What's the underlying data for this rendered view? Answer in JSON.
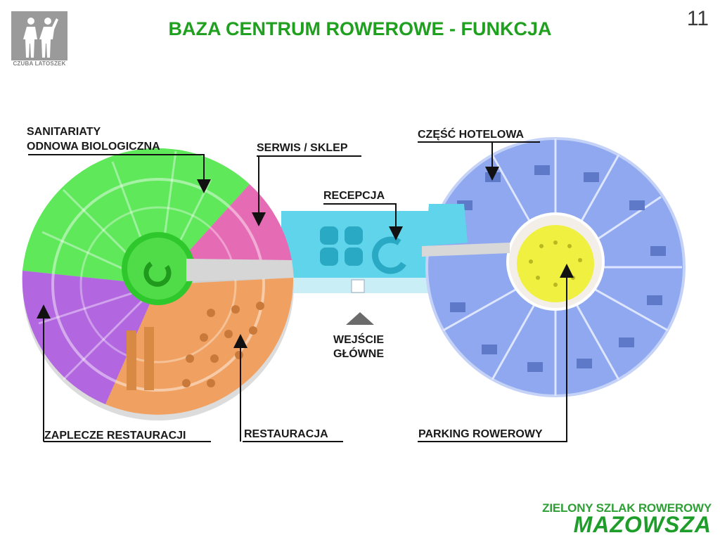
{
  "slide": {
    "page_number": "11",
    "title": "BAZA CENTRUM ROWEROWE - FUNKCJA"
  },
  "logo_left": {
    "text": "CZUBA LATOSZEK",
    "icon": "two-figures-icon"
  },
  "labels": {
    "sanitariaty_line1": "SANITARIATY",
    "sanitariaty_line2": "ODNOWA BIOLOGICZNA",
    "serwis": "SERWIS / SKLEP",
    "czesc_hotelowa": "CZĘŚĆ HOTELOWA",
    "recepcja": "RECEPCJA",
    "wejscie_line1": "WEJŚCIE",
    "wejscie_line2": "GŁÓWNE",
    "zaplecze": "ZAPLECZE RESTAURACJI",
    "restauracja": "RESTAURACJA",
    "parking": "PARKING ROWEROWY"
  },
  "brand": {
    "line1": "ZIELONY SZLAK ROWEROWY",
    "line2": "MAZOWSZA"
  },
  "colors": {
    "title": "#1fa01f",
    "zone_green": "#5ee85a",
    "zone_pink": "#e66bb5",
    "zone_purple": "#b266e0",
    "zone_orange": "#f0a060",
    "zone_cyan": "#5fd4ea",
    "zone_blue": "#8fa8f0",
    "zone_yellow": "#f0f040"
  }
}
